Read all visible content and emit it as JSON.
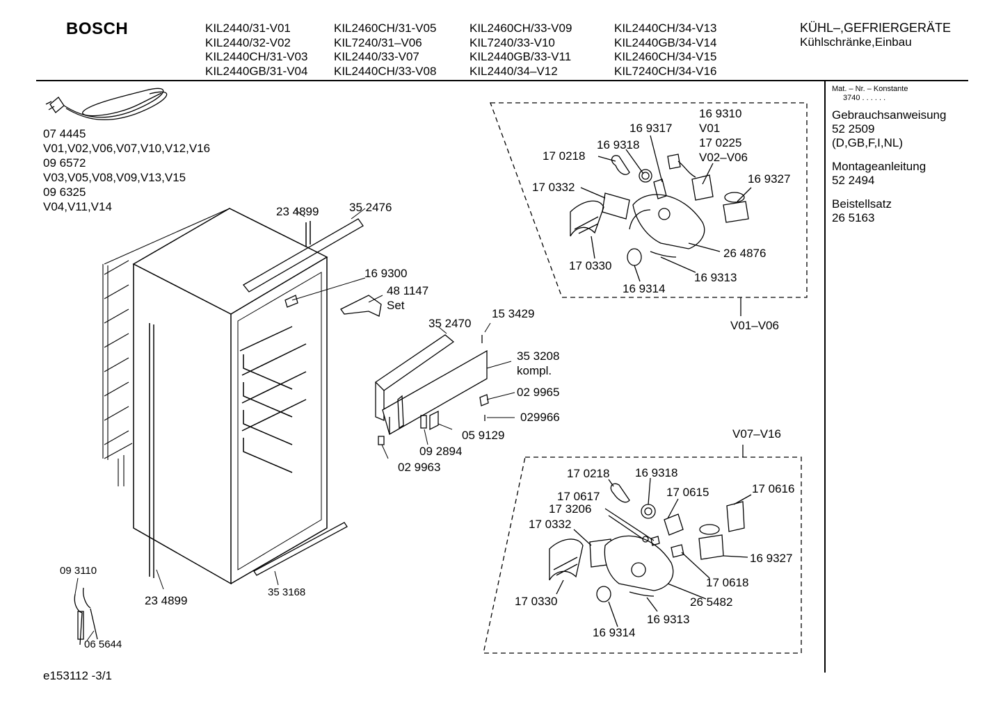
{
  "header": {
    "brand": "BOSCH",
    "models": [
      [
        "KIL2440/31-V01",
        "KIL2440/32-V02",
        "KIL2440CH/31-V03",
        "KIL2440GB/31-V04"
      ],
      [
        "KIL2460CH/31-V05",
        "KIL7240/31–V06",
        "KIL2440/33-V07",
        "KIL2440CH/33-V08"
      ],
      [
        "KIL2460CH/33-V09",
        "KIL7240/33-V10",
        "KIL2440GB/33-V11",
        "KIL2440/34–V12"
      ],
      [
        "KIL2440CH/34-V13",
        "KIL2440GB/34-V14",
        "KIL2460CH/34-V15",
        "KIL7240CH/34-V16"
      ]
    ],
    "category_line1": "KÜHL–,GEFRIERGERÄTE",
    "category_line2": "Kühlschränke,Einbau"
  },
  "sidebar": {
    "mat_label": "Mat. – Nr. – Konstante",
    "mat_value": "3740 . . . . . .",
    "docs": [
      {
        "title": "Gebrauchsanweisung",
        "number": "52 2509",
        "note": "(D,GB,F,I,NL)"
      },
      {
        "title": "Montageanleitung",
        "number": "52 2494",
        "note": ""
      },
      {
        "title": "Beistellsatz",
        "number": "26 5163",
        "note": ""
      }
    ]
  },
  "cable_block": {
    "lines": [
      "07 4445",
      "V01,V02,V06,V07,V10,V12,V16",
      "09 6572",
      "V03,V05,V08,V09,V13,V15",
      "09 6325",
      "V04,V11,V14"
    ]
  },
  "parts": {
    "p234899_top": "23 4899",
    "p352476": "35 2476",
    "p169300": "16 9300",
    "p481147": "48 1147",
    "p481147_set": "Set",
    "p352470": "35 2470",
    "p153429": "15 3429",
    "p353208": "35 3208",
    "p353208_k": "kompl.",
    "p029965": "02 9965",
    "p029966": "029966",
    "p059129": "05 9129",
    "p092894": "09 2894",
    "p029963": "02 9963",
    "p093110": "09 3110",
    "p065644": "06 5644",
    "p234899_bot": "23 4899",
    "p353168": "35 3168"
  },
  "box_top": {
    "range": "V01–V06",
    "p169310": "16 9310",
    "v01": "V01",
    "p170225": "17 0225",
    "v02": "V02–V06",
    "p169317": "16 9317",
    "p169318": "16 9318",
    "p170218": "17 0218",
    "p170332": "17 0332",
    "p169327": "16 9327",
    "p264876": "26 4876",
    "p170330": "17 0330",
    "p169313": "16 9313",
    "p169314": "16 9314"
  },
  "box_bottom": {
    "range": "V07–V16",
    "p170218": "17 0218",
    "p169318": "16 9318",
    "p170615": "17 0615",
    "p170616": "17 0616",
    "p170617": "17 0617",
    "p173206": "17 3206",
    "p170332": "17 0332",
    "p169327": "16 9327",
    "p170618": "17 0618",
    "p265482": "26 5482",
    "p170330": "17 0330",
    "p169313": "16 9313",
    "p169314": "16 9314"
  },
  "footer": {
    "code": "e153112 -3/1"
  }
}
